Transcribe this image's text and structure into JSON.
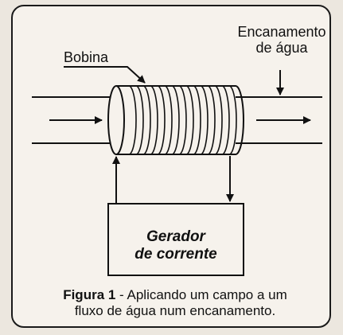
{
  "labels": {
    "pipe_line1": "Encanamento",
    "pipe_line2": "de água",
    "coil": "Bobina"
  },
  "generator": {
    "line1": "Gerador",
    "line2": "de corrente"
  },
  "caption": {
    "figure": "Figura 1",
    "text_line1": " - Aplicando um campo a um",
    "text_line2": "fluxo de água num encanamento."
  },
  "colors": {
    "ink": "#111111",
    "paper": "#f6f2ec",
    "background": "#ece7df"
  }
}
